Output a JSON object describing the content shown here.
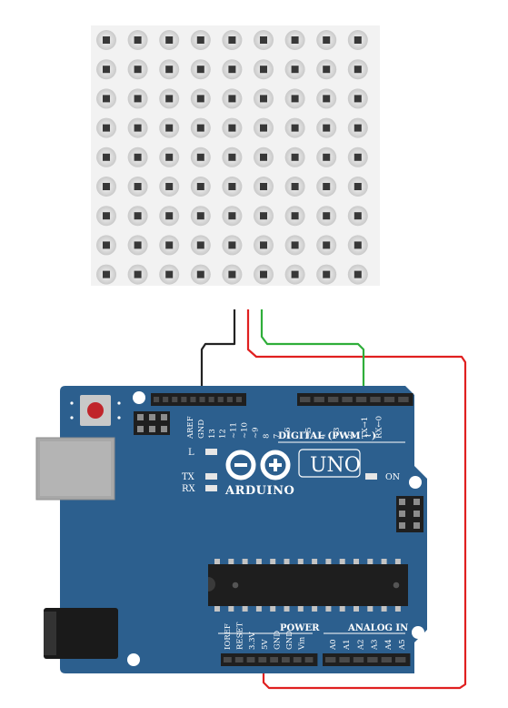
{
  "matrix": {
    "rows": 9,
    "cols": 9
  },
  "board": {
    "brand": "ARDUINO",
    "model": "UNO",
    "digital_header": "DIGITAL (PWM ~)",
    "power_header": "POWER",
    "analog_header": "ANALOG IN",
    "led_l": "L",
    "led_tx": "TX",
    "led_rx": "RX",
    "led_on": "ON",
    "digital_pins": [
      "AREF",
      "GND",
      "13",
      "12",
      "~11",
      "~10",
      "~9",
      "8",
      "7",
      "~6",
      "~5",
      "4",
      "~3",
      "2",
      "TX→1",
      "RX←0"
    ],
    "power_pins": [
      "IOREF",
      "RESET",
      "3.3V",
      "5V",
      "GND",
      "GND",
      "Vin"
    ],
    "analog_pins": [
      "A0",
      "A1",
      "A2",
      "A3",
      "A4",
      "A5"
    ]
  },
  "colors": {
    "board": "#2c5f8e",
    "wire_gnd": "#222222",
    "wire_vcc": "#e02020",
    "wire_data": "#2fae3a"
  }
}
